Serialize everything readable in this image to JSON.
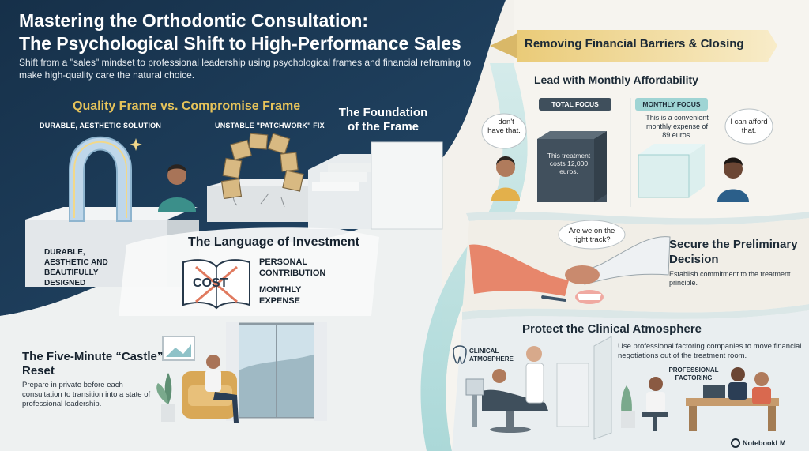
{
  "header": {
    "title_line1": "Mastering the Orthodontic Consultation:",
    "title_line2": "The Psychological Shift to High-Performance Sales",
    "subtitle": "Shift from a \"sales\" mindset to professional leadership using psychological frames and financial reframing to make high-quality care the natural choice."
  },
  "quality_frame": {
    "title": "Quality Frame vs. Compromise Frame",
    "left_label": "DURABLE, AESTHETIC SOLUTION",
    "right_label": "UNSTABLE \"PATCHWORK\" FIX",
    "base_label": "DURABLE, AESTHETIC AND BEAUTIFULLY DESIGNED"
  },
  "foundation": {
    "title": "The Foundation of the Frame"
  },
  "language": {
    "title": "The Language of Investment",
    "crossed_word": "COST",
    "item1": "PERSONAL CONTRIBUTION",
    "item2": "MONTHLY EXPENSE"
  },
  "reset": {
    "title": "The Five-Minute “Castle” Reset",
    "desc": "Prepare in private before each consultation to transition into a state of professional leadership."
  },
  "banner": {
    "label": "Removing Financial Barriers & Closing"
  },
  "affordability": {
    "title": "Lead with Monthly Affordability",
    "total_pill": "TOTAL FOCUS",
    "monthly_pill": "MONTHLY FOCUS",
    "bubble_left": "I don't have that.",
    "box_text": "This treatment costs 12,000 euros.",
    "monthly_text": "This is a convenient monthly expense of 89 euros.",
    "bubble_right": "I can afford that."
  },
  "decision": {
    "bubble": "Are we on the right track?",
    "title": "Secure the Preliminary Decision",
    "desc": "Establish commitment to the treatment principle."
  },
  "atmosphere": {
    "title": "Protect the Clinical Atmosphere",
    "desc": "Use professional factoring companies to move financial negotiations out of the treatment room.",
    "clinical_label": "CLINICAL ATMOSPHERE",
    "factoring_label": "PROFESSIONAL FACTORING"
  },
  "brand": {
    "name": "NotebookLM"
  },
  "colors": {
    "navy": "#1d3a52",
    "gold": "#e6c35a",
    "teal": "#8fcfcf",
    "cream": "#f3f1ec"
  }
}
